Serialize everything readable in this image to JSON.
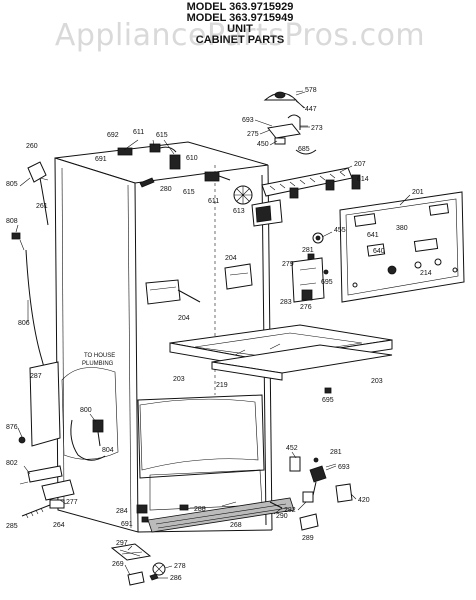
{
  "header": {
    "line1": "MODEL 363.9715929",
    "line2": "MODEL 363.9715949",
    "line3": "UNIT",
    "line4": "CABINET PARTS"
  },
  "watermark": "AppliancePartsPros.com",
  "note": {
    "line1": "TO HOUSE",
    "line2": "PLUMBING"
  },
  "labels": {
    "l578": "578",
    "l447": "447",
    "l693a": "693",
    "l275": "275",
    "l273": "273",
    "l450": "450",
    "l692": "692",
    "l611a": "611",
    "l615a": "615",
    "l691": "691",
    "l610": "610",
    "l615b": "615",
    "l280": "280",
    "l611b": "611",
    "l613": "613",
    "l685": "685",
    "l207": "207",
    "l614": "614",
    "l201": "201",
    "l455": "455",
    "l641": "641",
    "l380": "380",
    "l640": "640",
    "l214": "214",
    "l260": "260",
    "l805": "805",
    "l261": "261",
    "l808": "808",
    "l806": "806",
    "l204a": "204",
    "l204b": "204",
    "l281a": "281",
    "l279": "279",
    "l283": "283",
    "l276": "276",
    "l695a": "695",
    "l203a": "203",
    "l219": "219",
    "l203b": "203",
    "l695b": "695",
    "l287": "287",
    "l800": "800",
    "l804": "804",
    "l876": "876",
    "l802": "802",
    "l277": "277",
    "l285": "285",
    "l264": "264",
    "l284": "284",
    "l691b": "691",
    "l288": "288",
    "l268": "268",
    "l290": "290",
    "l452": "452",
    "l281b": "281",
    "l693b": "693",
    "l282": "282",
    "l420": "420",
    "l289": "289",
    "l297": "297",
    "l278": "278",
    "l269": "269",
    "l286": "286"
  }
}
